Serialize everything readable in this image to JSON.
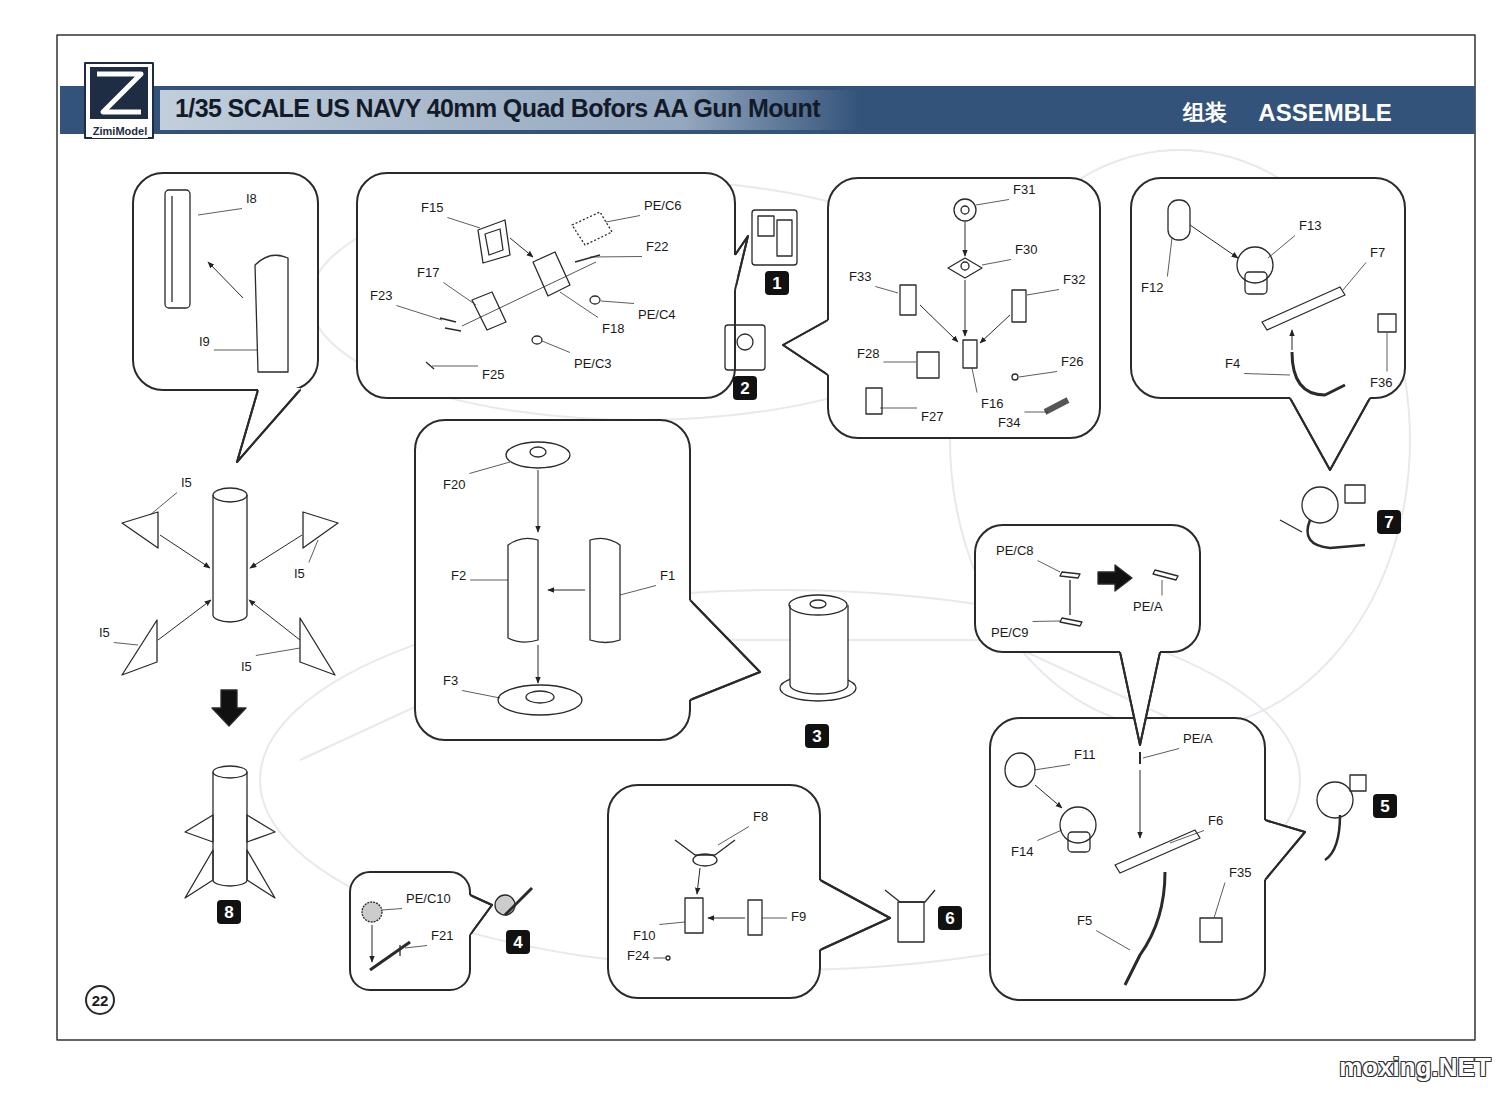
{
  "diagram": {
    "title": "1/35 SCALE US NAVY 40mm Quad Bofors AA Gun Mount",
    "nodes": [
      {
        "text": [
          "1"
        ]
      },
      {
        "text": [
          "2"
        ]
      },
      {
        "text": [
          "7"
        ]
      },
      {
        "text": [
          "3"
        ]
      },
      {
        "text": [
          "5"
        ]
      },
      {
        "text": [
          "8"
        ]
      },
      {
        "text": [
          "6"
        ]
      },
      {
        "text": [
          "4"
        ]
      }
    ],
    "labels": [
      "ZimiModel",
      "组装",
      "ASSEMBLE",
      "I8",
      "I9",
      "I5",
      "I5",
      "I5",
      "I5",
      "F15",
      "PE/C6",
      "F22",
      "F17",
      "F23",
      "PE/C4",
      "F18",
      "PE/C3",
      "F25",
      "F31",
      "F30",
      "F33",
      "F32",
      "F28",
      "F26",
      "F16",
      "F27",
      "F34",
      "F13",
      "F7",
      "F12",
      "F4",
      "F36",
      "F20",
      "F2",
      "F1",
      "F3",
      "PE/C8",
      "PE/A",
      "PE/C9",
      "PE/A",
      "F11",
      "F6",
      "F14",
      "F35",
      "F5",
      "PE/C10",
      "F21",
      "F8",
      "F9",
      "F10",
      "F24",
      "22",
      "moxing.NET"
    ]
  }
}
